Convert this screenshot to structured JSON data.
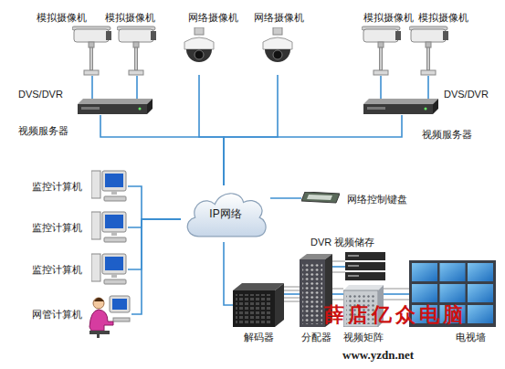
{
  "diagram": {
    "nodes": [
      {
        "text": [
          "模拟摄像机"
        ]
      },
      {
        "text": [
          "模拟摄像机"
        ]
      },
      {
        "text": [
          "网络摄像机"
        ]
      },
      {
        "text": [
          "网络摄像机"
        ]
      },
      {
        "text": [
          "模拟摄像机"
        ]
      },
      {
        "text": [
          "模拟摄像机"
        ]
      },
      {
        "text": [
          "DVS/DVR",
          "视频服务器"
        ]
      },
      {
        "text": [
          "DVS/DVR",
          "视频服务器"
        ]
      },
      {
        "text": [
          "监控计算机"
        ]
      },
      {
        "text": [
          "监控计算机"
        ]
      },
      {
        "text": [
          "监控计算机"
        ]
      },
      {
        "text": [
          "网管计算机"
        ]
      },
      {
        "text": [
          "IP网络"
        ]
      },
      {
        "text": [
          "网络控制键盘"
        ]
      },
      {
        "text": [
          "DVR 视频储存"
        ]
      },
      {
        "text": [
          "解码器"
        ]
      },
      {
        "text": [
          "分配器"
        ]
      },
      {
        "text": [
          "视频矩阵"
        ]
      },
      {
        "text": [
          "电视墙"
        ]
      }
    ],
    "edges": [
      {
        "from": 0,
        "to": 6,
        "arrow": "none"
      },
      {
        "from": 1,
        "to": 6,
        "arrow": "none"
      },
      {
        "from": 4,
        "to": 7,
        "arrow": "none"
      },
      {
        "from": 5,
        "to": 7,
        "arrow": "none"
      },
      {
        "from": 2,
        "to": 12,
        "arrow": "none"
      },
      {
        "from": 3,
        "to": 12,
        "arrow": "none"
      },
      {
        "from": 6,
        "to": 12,
        "arrow": "none"
      },
      {
        "from": 7,
        "to": 12,
        "arrow": "none"
      },
      {
        "from": 8,
        "to": 12,
        "arrow": "none"
      },
      {
        "from": 9,
        "to": 12,
        "arrow": "none"
      },
      {
        "from": 10,
        "to": 12,
        "arrow": "none"
      },
      {
        "from": 11,
        "to": 12,
        "arrow": "none"
      },
      {
        "from": 13,
        "to": 12,
        "arrow": "none"
      },
      {
        "from": 12,
        "to": 15,
        "arrow": "none"
      },
      {
        "from": 15,
        "to": 16,
        "arrow": "none"
      },
      {
        "from": 14,
        "to": 16,
        "arrow": "none"
      },
      {
        "from": 16,
        "to": 17,
        "arrow": "none"
      },
      {
        "from": 17,
        "to": 18,
        "arrow": "none"
      }
    ],
    "labels": [
      "薛店亿众电脑",
      "www.yzdn.net"
    ]
  }
}
